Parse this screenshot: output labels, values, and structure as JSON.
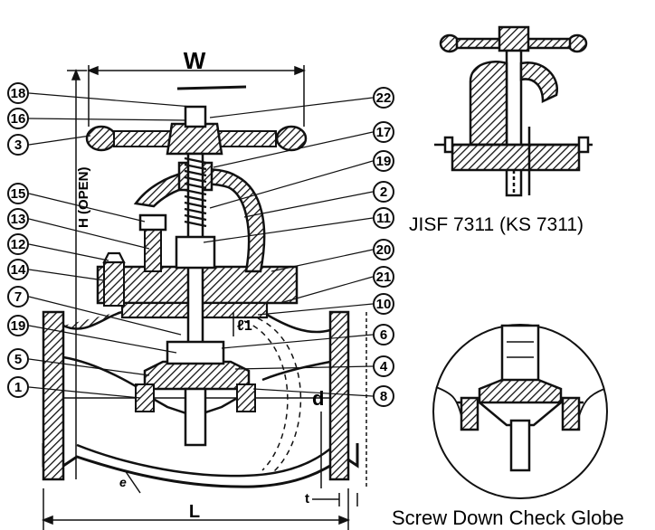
{
  "dimensions": {
    "width": "W",
    "height": "H (OPEN)",
    "length": "L",
    "lift": "ℓ1",
    "bore": "d",
    "thickness": "t",
    "wall": "e"
  },
  "standard_label": "JISF 7311 (KS 7311)",
  "caption": "Screw Down Check Globe",
  "callouts_left": [
    "18",
    "16",
    "3",
    "15",
    "13",
    "12",
    "14",
    "7",
    "19",
    "5",
    "1"
  ],
  "callouts_right": [
    "22",
    "17",
    "19",
    "2",
    "11",
    "20",
    "21",
    "10",
    "6",
    "4",
    "8"
  ],
  "colors": {
    "ink": "#111111",
    "paper": "#ffffff"
  }
}
